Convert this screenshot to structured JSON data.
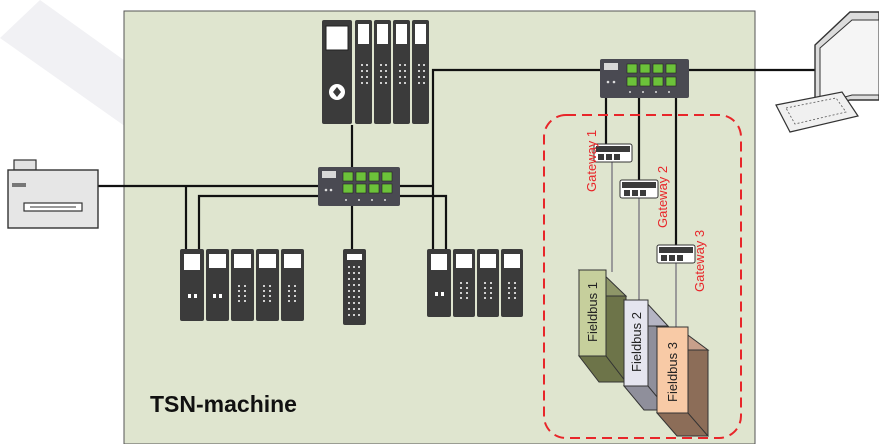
{
  "machine": {
    "label": "TSN-machine"
  },
  "gateways": [
    {
      "label": "Gateway 1"
    },
    {
      "label": "Gateway 2"
    },
    {
      "label": "Gateway 3"
    }
  ],
  "fieldbuses": [
    {
      "label": "Fieldbus 1",
      "color": "#c6cf9c"
    },
    {
      "label": "Fieldbus 2",
      "color": "#e5e5ef"
    },
    {
      "label": "Fieldbus 3",
      "color": "#f8caa6"
    }
  ],
  "colors": {
    "machine_bg": "#dfe5cf",
    "device_dark": "#3d3d3d",
    "switch_port": "#6cc23a",
    "gateway_box": "#e8262a"
  }
}
